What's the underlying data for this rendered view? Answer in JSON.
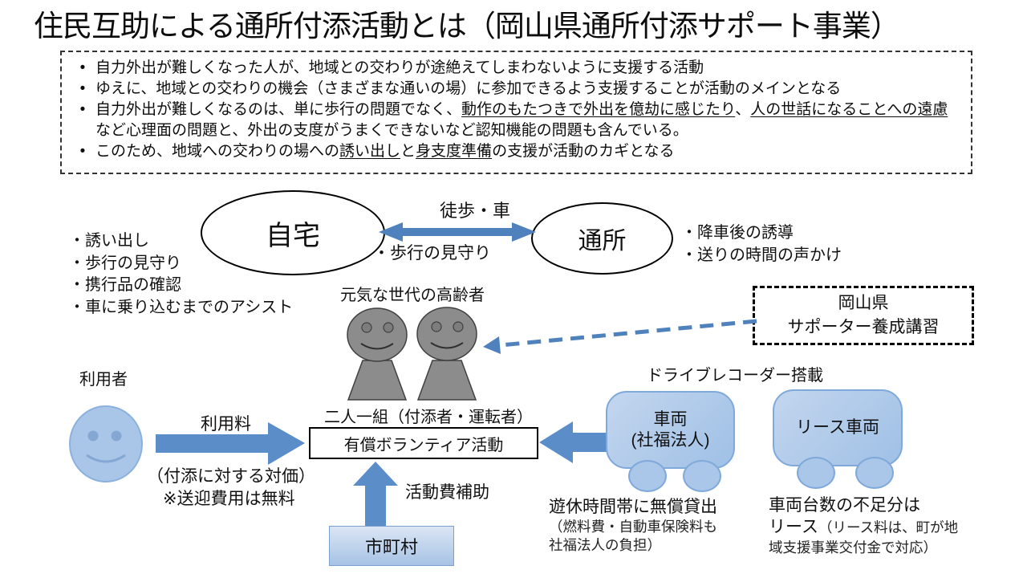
{
  "title": "住民互助による通所付添活動とは（岡山県通所付添サポート事業）",
  "bullet_char": "•",
  "key_points": {
    "b1": "自力外出が難しくなった人が、地域との交わりが途絶えてしまわないように支援する活動",
    "b2": "ゆえに、地域との交わりの機会（さまざまな通いの場）に参加できるよう支援することが活動のメインとなる",
    "b3_pre": "自力外出が難しくなるのは、単に歩行の問題でなく、",
    "b3_u1": "動作のもたつきで外出を億劫に感じたり",
    "b3_comma": "、",
    "b3_u2": "人の世話になることへの遠慮",
    "b3_post": "など心理面の問題と、外出の支度がうまくできないなど認知機能の問題も含んでいる。",
    "b4_pre": "このため、地域への交わりの場への",
    "b4_u1": "誘い出し",
    "b4_and": "と",
    "b4_u2": "身支度準備",
    "b4_post": "の支援が活動のカギとなる"
  },
  "nodes": {
    "home": "自宅",
    "facility": "通所",
    "transport": "徒歩・車",
    "walk_watch": "・歩行の見守り",
    "elderly": "元気な世代の高齢者",
    "pair": "二人一組（付添者・運転者）",
    "training_line1": "岡山県",
    "training_line2": "サポーター養成講習",
    "user": "利用者",
    "fee": "利用料",
    "fee_note1": "（付添に対する対価）",
    "fee_note2": "※送迎費用は無料",
    "volunteer": "有償ボランティア活動",
    "subsidy": "活動費補助",
    "municipality": "市町村",
    "recorder": "ドライブレコーダー搭載",
    "vehicle1_line1": "車両",
    "vehicle1_line2": "(社福法人)",
    "vehicle2": "リース車両",
    "v1_note_big": "遊休時間帯に無償貸出",
    "v1_note_s1": "（燃料費・自動車保険料も",
    "v1_note_s2": "社福法人の負担）",
    "v2_note_big": "車両台数の不足分は",
    "v2_note_lease": "リース",
    "v2_note_s1": "（リース料は、町が地",
    "v2_note_s2": "域支援事業交付金で対応）"
  },
  "home_tasks": [
    "・誘い出し",
    "・歩行の見守り",
    "・携行品の確認",
    "・車に乗り込むまでのアシスト"
  ],
  "facility_tasks": [
    "・降車後の誘導",
    "・送りの時間の声かけ"
  ],
  "colors": {
    "arrow_blue": "#4f81bd",
    "block_arrow_blue": "#5b8dc8",
    "vehicle_fill": "#aac6e9",
    "vehicle_border": "#7fa9da",
    "figure_gray": "#8c8c8c",
    "face_fill": "#a9c6e8"
  }
}
